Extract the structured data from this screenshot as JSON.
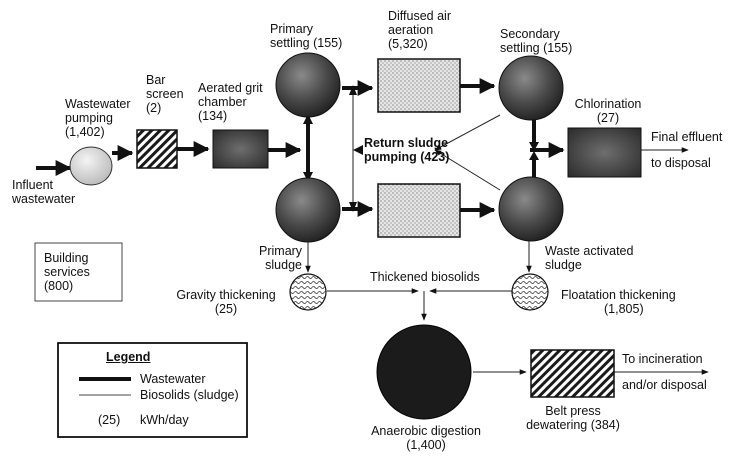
{
  "labels": {
    "influent": [
      "Influent",
      "wastewater"
    ],
    "pumping": [
      "Wastewater",
      "pumping",
      "(1,402)"
    ],
    "bar_screen": [
      "Bar",
      "screen",
      "(2)"
    ],
    "grit": [
      "Aerated grit",
      "chamber",
      "(134)"
    ],
    "primary_settling": [
      "Primary",
      "settling (155)"
    ],
    "aeration": [
      "Diffused air",
      "aeration",
      "(5,320)"
    ],
    "secondary_settling": [
      "Secondary",
      "settling (155)"
    ],
    "chlorination": [
      "Chlorination",
      "(27)"
    ],
    "final_effluent": "Final effluent",
    "to_disposal": "to disposal",
    "return_sludge": [
      "Return sludge",
      "pumping (423)"
    ],
    "building": [
      "Building",
      "services",
      "(800)"
    ],
    "primary_sludge": [
      "Primary",
      "sludge"
    ],
    "waste_activated": [
      "Waste activated",
      "sludge"
    ],
    "thickened": "Thickened biosolids",
    "gravity": [
      "Gravity thickening",
      "(25)"
    ],
    "floatation": [
      "Floatation thickening",
      "(1,805)"
    ],
    "digestion": [
      "Anaerobic digestion",
      "(1,400)"
    ],
    "belt_press": [
      "Belt press",
      "dewatering (384)"
    ],
    "incineration": [
      "To incineration",
      "and/or disposal"
    ]
  },
  "legend": {
    "title": "Legend",
    "wastewater": "Wastewater",
    "biosolids": "Biosolids (sludge)",
    "kwh_example": "(25)",
    "kwh_unit": "kWh/day"
  }
}
